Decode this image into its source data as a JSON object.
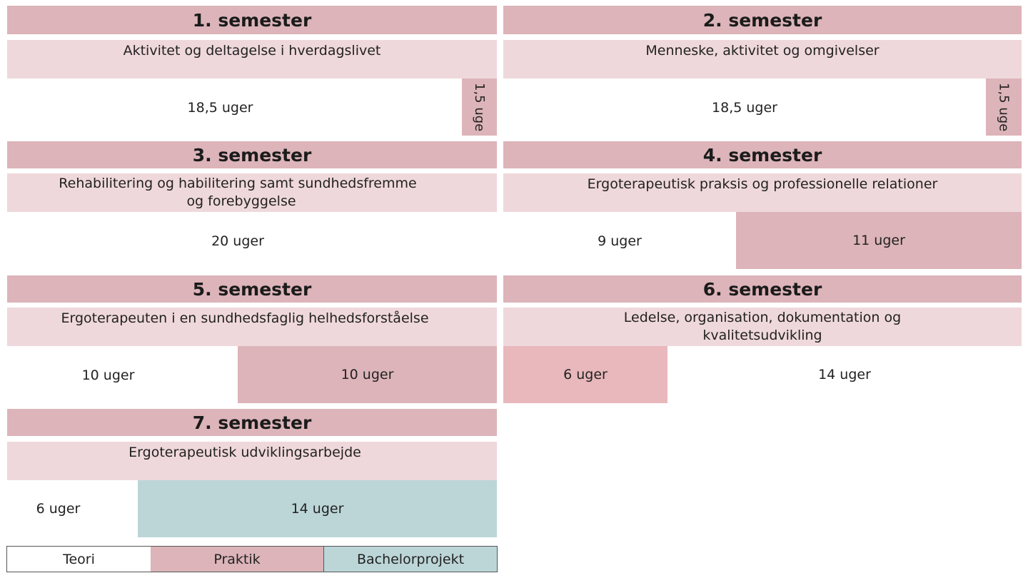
{
  "semesters": [
    {
      "title": "1. semester",
      "subtitle": "Aktivitet og deltagelse i hverdagslivet",
      "blocks": [
        "18,5 uger",
        "1,5 uge"
      ]
    },
    {
      "title": "2. semester",
      "subtitle": "Menneske, aktivitet og omgivelser",
      "blocks": [
        "18,5 uger",
        "1,5 uge"
      ]
    },
    {
      "title": "3. semester",
      "subtitle_line1": "Rehabilitering og habilitering samt sundhedsfremme",
      "subtitle_line2": "og forebyggelse",
      "blocks": [
        "20 uger"
      ]
    },
    {
      "title": "4. semester",
      "subtitle": "Ergoterapeutisk praksis og professionelle relationer",
      "blocks": [
        "9 uger",
        "11 uger"
      ]
    },
    {
      "title": "5. semester",
      "subtitle": "Ergoterapeuten i en sundhedsfaglig helhedsforståelse",
      "blocks": [
        "10 uger",
        "10 uger"
      ]
    },
    {
      "title": "6. semester",
      "subtitle_line1": "Ledelse, organisation, dokumentation og",
      "subtitle_line2": "kvalitetsudvikling",
      "blocks": [
        "6 uger",
        "14 uger"
      ]
    },
    {
      "title": "7. semester",
      "subtitle": "Ergoterapeutisk udviklingsarbejde",
      "blocks": [
        "6 uger",
        "14 uger"
      ]
    }
  ],
  "legend": {
    "teori": "Teori",
    "praktik": "Praktik",
    "bachelor": "Bachelorprojekt"
  },
  "colors": {
    "header": "#dcb4b9",
    "subtitle": "#efd8db",
    "teori": "#ffffff",
    "praktik": "#dcb4b9",
    "bachelorprojekt": "#bcd6d8"
  }
}
